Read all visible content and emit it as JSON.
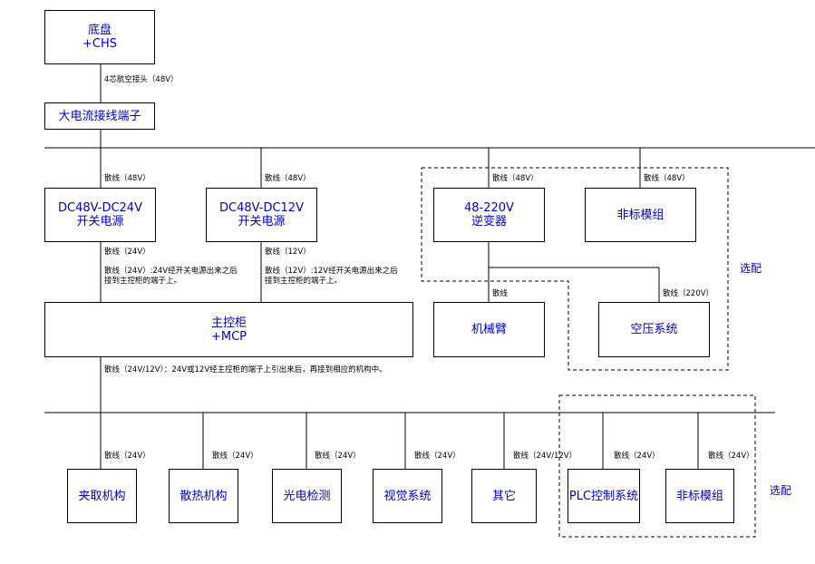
{
  "boxes": {
    "chassis": {
      "line1": "底盘",
      "line2": "+CHS"
    },
    "terminal": {
      "line1": "大电流接线端子"
    },
    "psu24": {
      "line1": "DC48V-DC24V",
      "line2": "开关电源"
    },
    "psu12": {
      "line1": "DC48V-DC12V",
      "line2": "开关电源"
    },
    "inverter": {
      "line1": "48-220V",
      "line2": "逆变器"
    },
    "nonstd_top": {
      "line1": "非标模组"
    },
    "mcp": {
      "line1": "主控柜",
      "line2": "+MCP"
    },
    "arm": {
      "line1": "机械臂"
    },
    "aircomp": {
      "line1": "空压系统"
    },
    "clamp": {
      "line1": "夹取机构"
    },
    "heat": {
      "line1": "散热机构"
    },
    "photo": {
      "line1": "光电检测"
    },
    "vision": {
      "line1": "视觉系统"
    },
    "other": {
      "line1": "其它"
    },
    "plc": {
      "line1": "PLC控制系统"
    },
    "nonstd_bottom": {
      "line1": "非标模组"
    }
  },
  "labels": {
    "conn4": "4芯航空接头（48V）",
    "wire48_a": "散线（48V）",
    "wire48_b": "散线（48V）",
    "wire48_c": "散线（48V）",
    "wire48_d": "散线（48V）",
    "wire24": "散线（24V）",
    "wire24_note1": "散线（24V）:24V经开关电源出来之后",
    "wire24_note2": "接到主控柜的端子上。",
    "wire12": "散线（12V）",
    "wire12_note1": "散线（12V）:12V经开关电源出来之后",
    "wire12_note2": "接到主控柜的端子上。",
    "wire_arm": "散线",
    "wire220": "散线（220V）",
    "mcp_note": "散线（24V/12V）：24V或12V经主控柜的端子上引出来后，再接到相应的机构中。",
    "b_clamp": "散线（24V）",
    "b_heat": "散线（24V）",
    "b_photo": "散线（24V）",
    "b_vision": "散线（24V）",
    "b_other": "散线（24V/12V）",
    "b_plc": "散线（24V）",
    "b_nonstd": "散线（24V）"
  },
  "optional": {
    "top": "选配",
    "bottom": "选配"
  }
}
